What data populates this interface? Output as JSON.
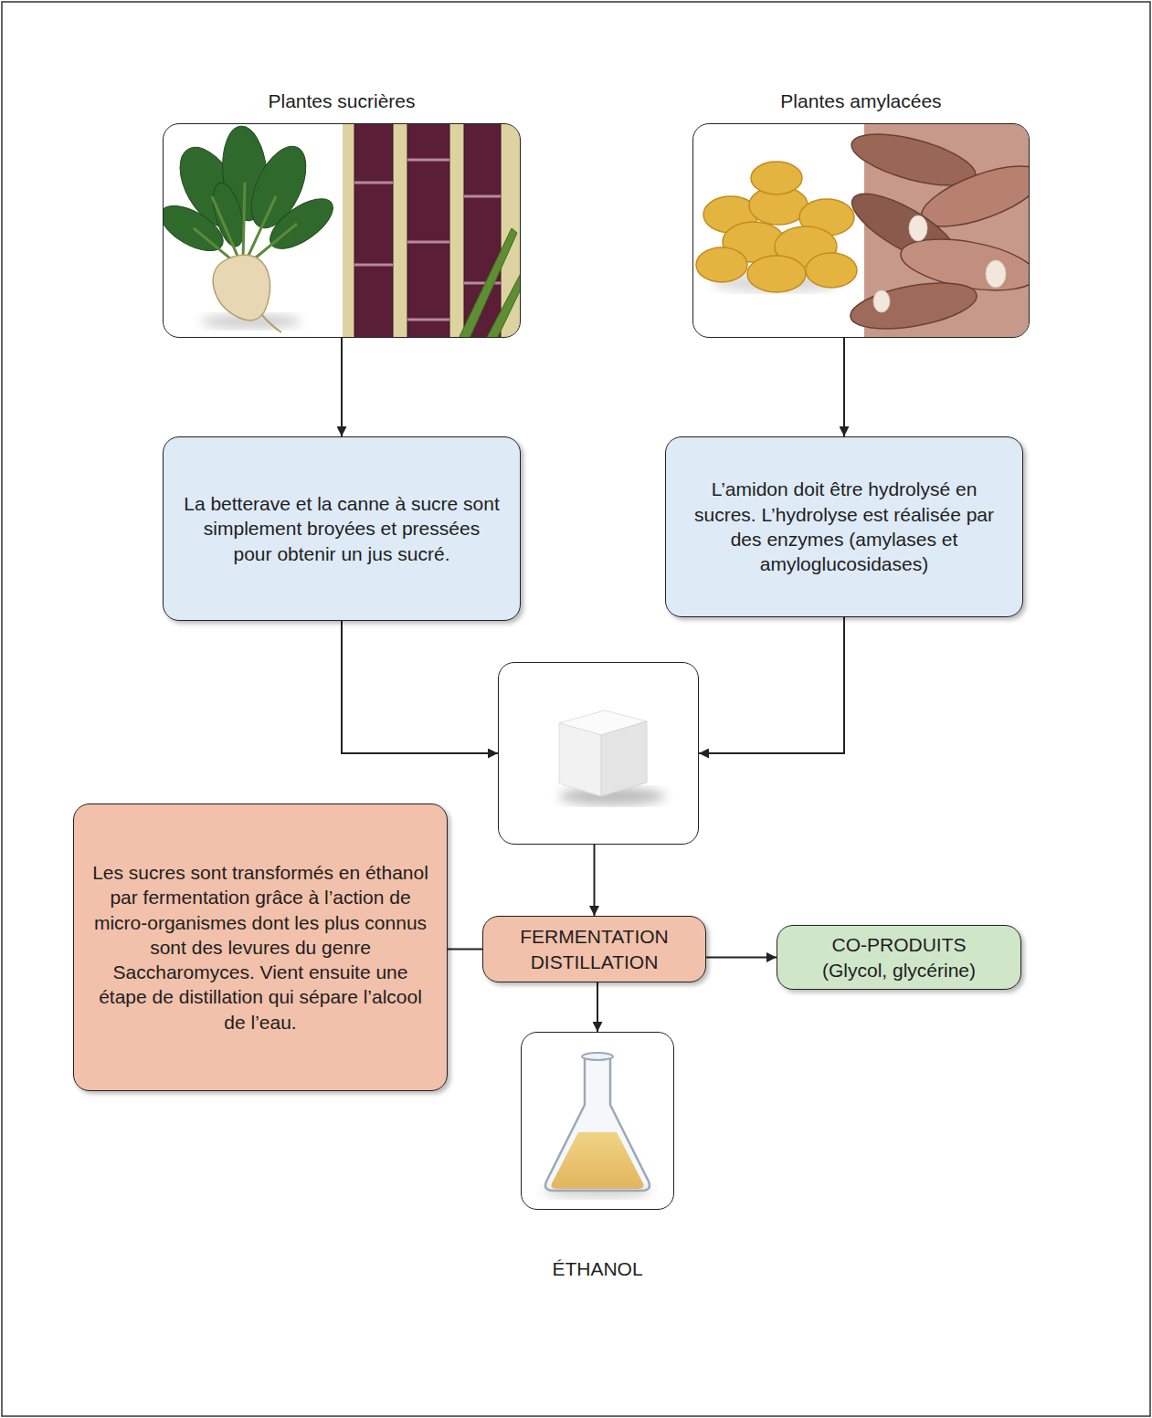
{
  "diagram": {
    "nodes": [
      {
        "text": [
          "Plantes sucrières"
        ]
      },
      {
        "text": [
          "Plantes amylacées"
        ]
      },
      {
        "text": [
          "La betterave et la canne à sucre sont simplement broyées et pressées pour obtenir un jus sucré."
        ]
      },
      {
        "text": [
          "L’amidon doit être hydrolysé en sucres. L’hydrolyse est réalisée par des enzymes (amylases et amyloglucosidases)"
        ]
      },
      {
        "text": []
      },
      {
        "text": [
          "Les sucres sont transformés en éthanol par fermentation grâce à l’action de micro-organismes dont les plus connus sont des levures du genre Saccharomyces. Vient ensuite une étape de distillation qui sépare l’alcool de l’eau."
        ]
      },
      {
        "text": [
          "FERMENTATION DISTILLATION"
        ]
      },
      {
        "text": [
          "CO-PRODUITS (Glycol, glycérine)"
        ]
      },
      {
        "text": [
          "ÉTHANOL"
        ]
      }
    ],
    "edges": [
      {
        "from": 0,
        "to": 2,
        "arrow": "to"
      },
      {
        "from": 1,
        "to": 3,
        "arrow": "to"
      },
      {
        "from": 2,
        "to": 4,
        "arrow": "to"
      },
      {
        "from": 3,
        "to": 4,
        "arrow": "to"
      },
      {
        "from": 4,
        "to": 6,
        "arrow": "to"
      },
      {
        "from": 5,
        "to": 6,
        "arrow": "none"
      },
      {
        "from": 6,
        "to": 7,
        "arrow": "to"
      },
      {
        "from": 6,
        "to": 8,
        "arrow": "to"
      }
    ]
  }
}
